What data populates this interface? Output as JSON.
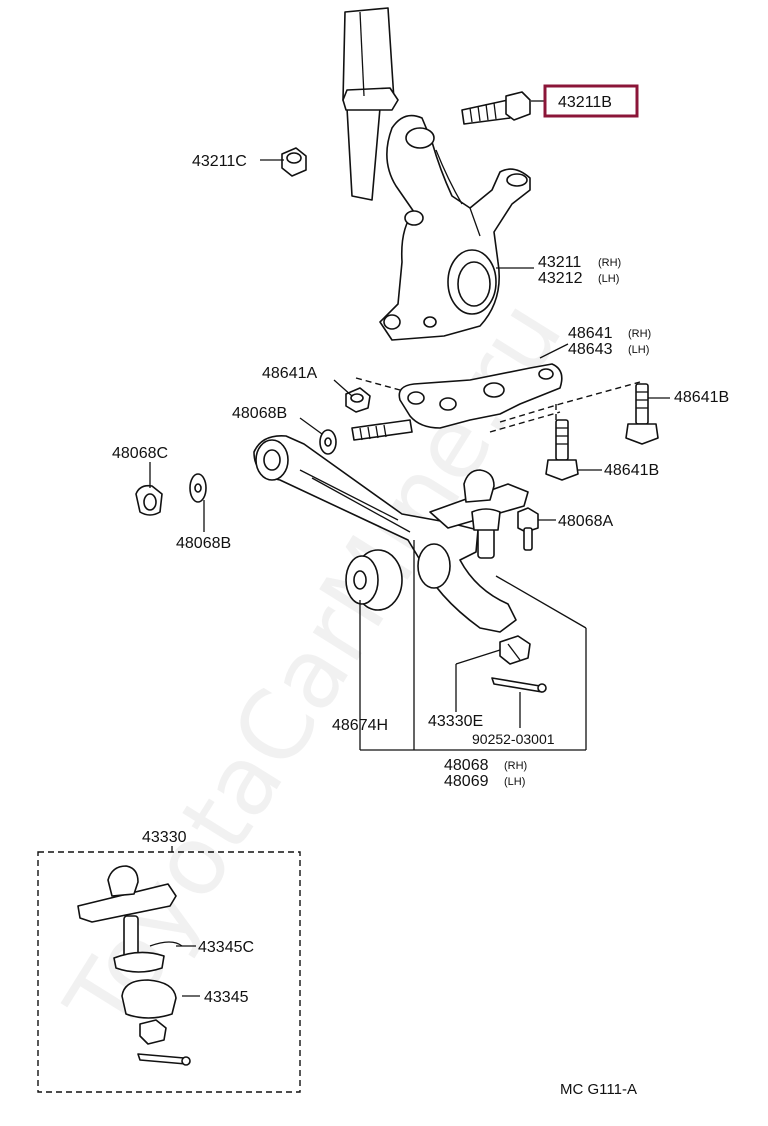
{
  "watermark": "ToyotaCarMine.ru",
  "diagram_code": "MC G111-A",
  "highlight_color": "#8b1538",
  "labels": {
    "p43211B": "43211B",
    "p43211C": "43211C",
    "p43211": "43211",
    "p43212": "43212",
    "p48641": "48641",
    "p48643": "48643",
    "p48641A": "48641A",
    "p48641B_top": "48641B",
    "p48641B_bottom": "48641B",
    "p48068B_top": "48068B",
    "p48068B_bottom": "48068B",
    "p48068C": "48068C",
    "p48068A": "48068A",
    "p48674H": "48674H",
    "p43330E": "43330E",
    "p90252": "90252-03001",
    "p48068": "48068",
    "p48069": "48069",
    "p43330": "43330",
    "p43345C": "43345C",
    "p43345": "43345"
  },
  "sides": {
    "rh": "(RH)",
    "lh": "(LH)"
  }
}
